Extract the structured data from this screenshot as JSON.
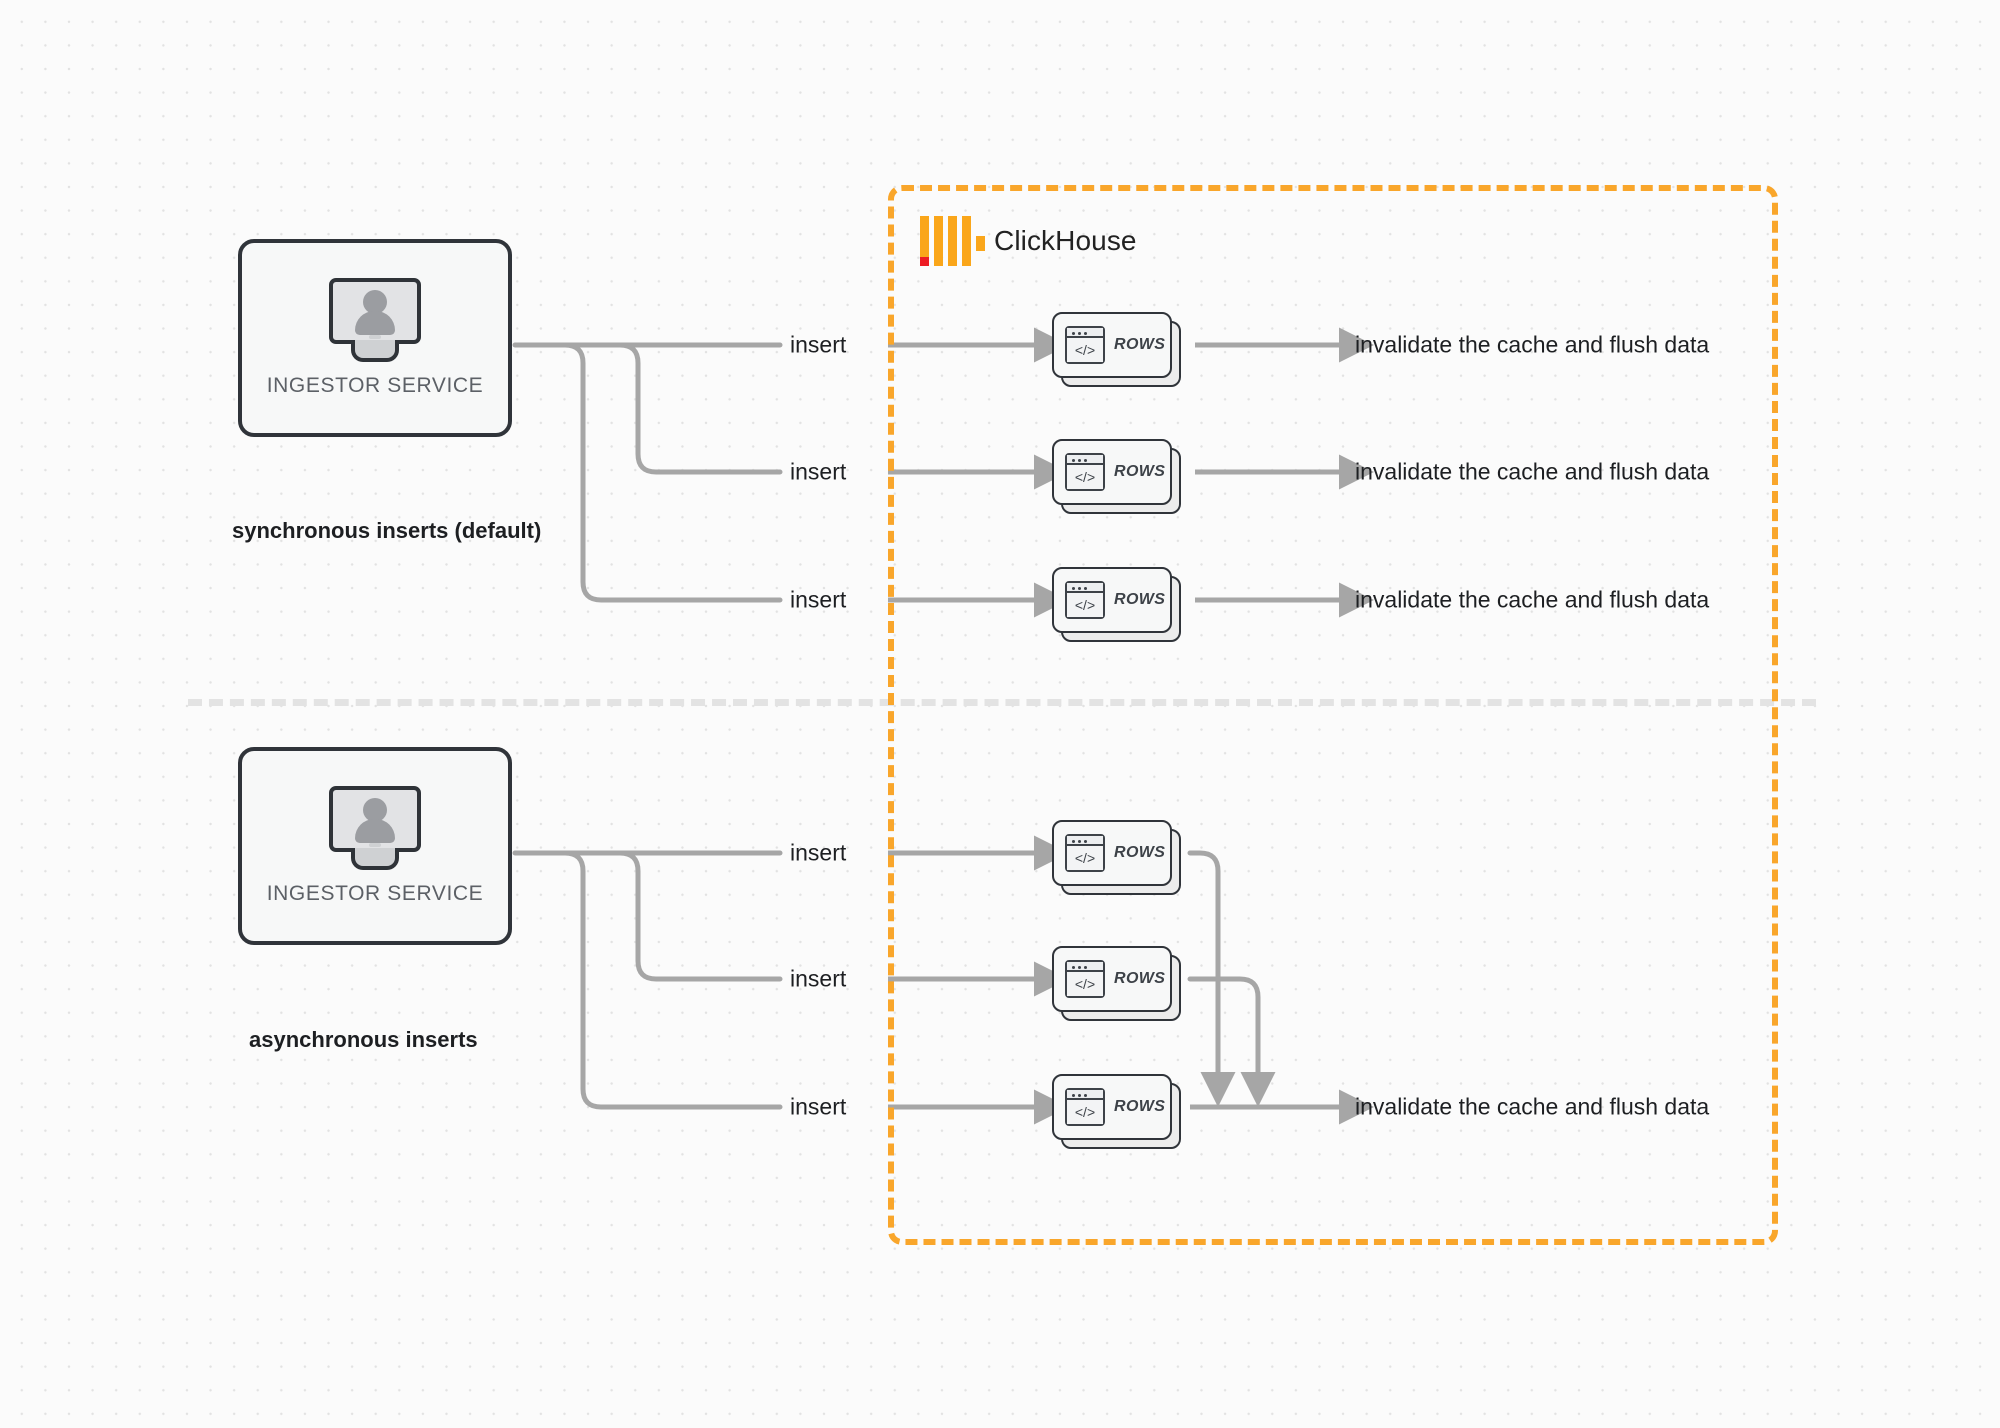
{
  "diagram": {
    "title": "ClickHouse synchronous vs asynchronous inserts",
    "background_color": "#fbfbfb",
    "accent_color": "#f9a62b",
    "line_color": "#a6a6a6"
  },
  "clickhouse": {
    "label": "ClickHouse",
    "logo_name": "clickhouse-logo",
    "boundary_style": "dashed",
    "boundary_color": "#f9a62b"
  },
  "sections": [
    {
      "id": "synchronous",
      "caption": "synchronous inserts (default)",
      "ingestor": {
        "label": "INGESTOR SERVICE",
        "icon": "monitor-user-icon"
      },
      "flows": [
        {
          "insert_label": "insert",
          "card_label": "ROWS",
          "outcome": "invalidate the cache and flush data"
        },
        {
          "insert_label": "insert",
          "card_label": "ROWS",
          "outcome": "invalidate the cache and flush data"
        },
        {
          "insert_label": "insert",
          "card_label": "ROWS",
          "outcome": "invalidate the cache and flush data"
        }
      ]
    },
    {
      "id": "asynchronous",
      "caption": "asynchronous inserts",
      "ingestor": {
        "label": "INGESTOR SERVICE",
        "icon": "monitor-user-icon"
      },
      "flows": [
        {
          "insert_label": "insert",
          "card_label": "ROWS",
          "outcome": ""
        },
        {
          "insert_label": "insert",
          "card_label": "ROWS",
          "outcome": ""
        },
        {
          "insert_label": "insert",
          "card_label": "ROWS",
          "outcome": "invalidate the cache and flush data"
        }
      ]
    }
  ]
}
